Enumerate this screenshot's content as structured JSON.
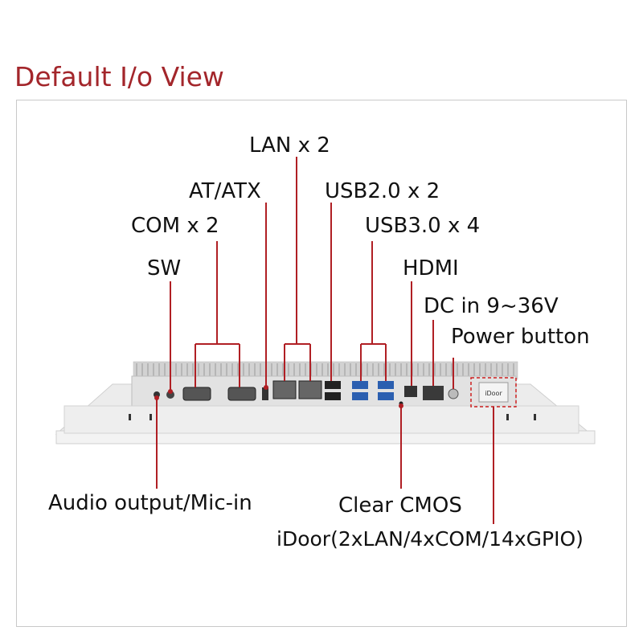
{
  "title": "Default I/o View",
  "colors": {
    "title": "#a3262b",
    "leader_line": "#b01f24",
    "panel": "#e6e6e6",
    "idoor_box": "#cc2020"
  },
  "labels": {
    "lan": "LAN x 2",
    "at_atx": "AT/ATX",
    "usb2": "USB2.0 x 2",
    "com": "COM x 2",
    "usb3": "USB3.0 x 4",
    "sw": "SW",
    "hdmi": "HDMI",
    "dc_in": "DC in 9~36V",
    "power_button": "Power button",
    "audio": "Audio output/Mic-in",
    "clear_cmos": "Clear CMOS",
    "idoor": "iDoor(2xLAN/4xCOM/14xGPIO)"
  },
  "idoor_port_text": "iDoor"
}
